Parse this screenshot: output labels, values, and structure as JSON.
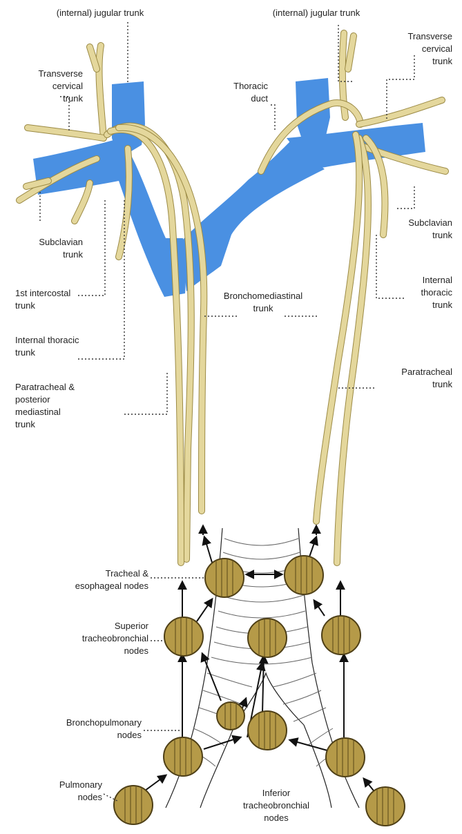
{
  "labels": {
    "jugular_left": "(internal) jugular trunk",
    "jugular_right": "(internal) jugular trunk",
    "transverse_cervical_left": [
      "Transverse",
      "cervical",
      "trunk"
    ],
    "transverse_cervical_right": [
      "Transverse",
      "cervical",
      "trunk"
    ],
    "thoracic_duct": [
      "Thoracic",
      "duct"
    ],
    "subclavian_left": [
      "Subclavian",
      "trunk"
    ],
    "subclavian_right": [
      "Subclavian",
      "trunk"
    ],
    "first_intercostal": [
      "1st intercostal",
      "trunk"
    ],
    "internal_thoracic_left": [
      "Internal thoracic",
      "trunk"
    ],
    "internal_thoracic_right": [
      "Internal",
      "thoracic",
      "trunk"
    ],
    "bronchomediastinal": [
      "Bronchomediastinal",
      "trunk"
    ],
    "paratracheal_posterior": [
      "Paratracheal &",
      "posterior",
      "mediastinal",
      "trunk"
    ],
    "paratracheal_right": [
      "Paratracheal",
      "trunk"
    ],
    "tracheal_esophageal": [
      "Tracheal &",
      "esophageal nodes"
    ],
    "superior_tracheobronchial": [
      "Superior",
      "tracheobronchial",
      "nodes"
    ],
    "bronchopulmonary": [
      "Bronchopulmonary",
      "nodes"
    ],
    "pulmonary": [
      "Pulmonary",
      "nodes"
    ],
    "inferior_tracheobronchial": [
      "Inferior",
      "tracheobronchial",
      "nodes"
    ]
  },
  "colors": {
    "vein": "#4a90e2",
    "lymph_trunk": "#e4d79c",
    "node_fill": "#b59a48",
    "text": "#222222"
  }
}
